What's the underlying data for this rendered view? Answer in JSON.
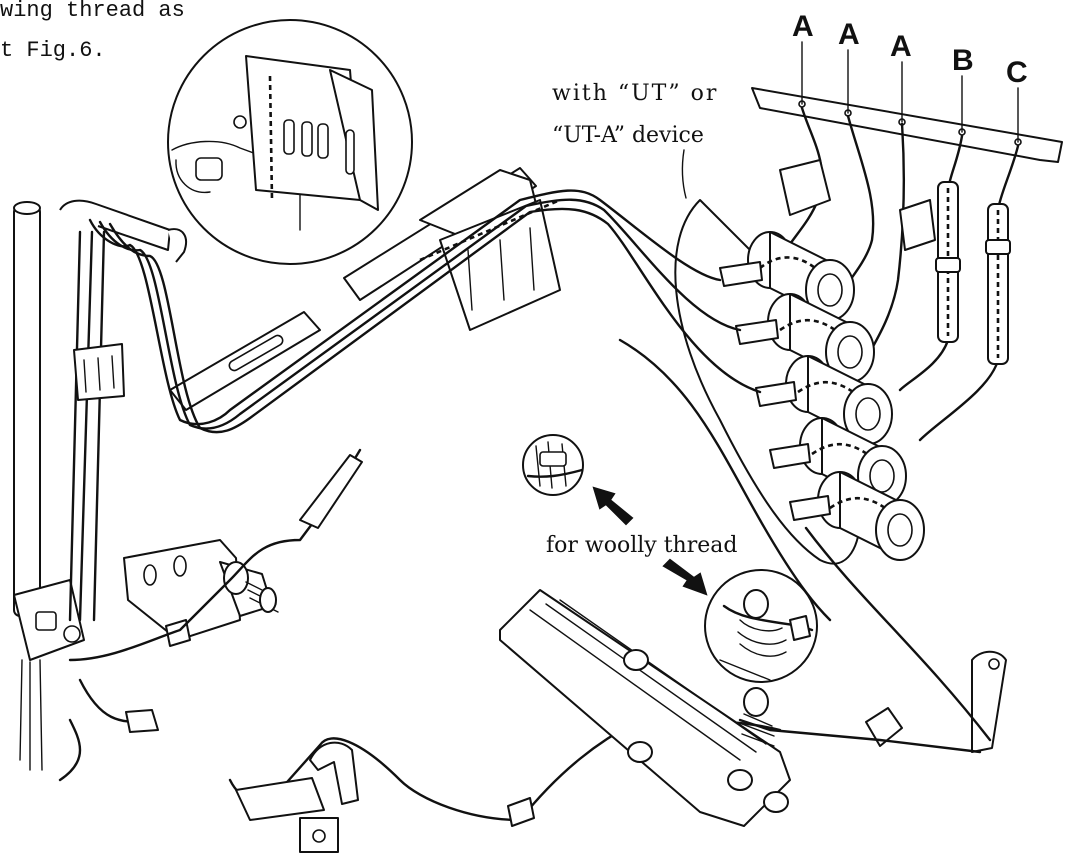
{
  "caption": {
    "line1": "wing thread as",
    "line2": "t Fig.6."
  },
  "device_note": {
    "line1": "with “UT” or",
    "line2": "“UT-A” device"
  },
  "woolly_note": "for woolly thread",
  "guide_labels": [
    "A",
    "A",
    "A",
    "B",
    "C"
  ]
}
